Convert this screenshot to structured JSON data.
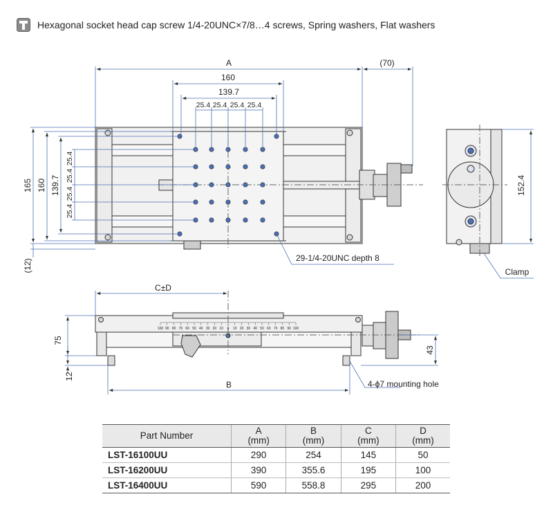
{
  "header": {
    "icon": "socket-screw-icon",
    "text": "Hexagonal socket head cap screw 1/4-20UNC×7/8…4 screws, Spring washers, Flat washers"
  },
  "drawing": {
    "top_view": {
      "dim_A": "A",
      "dim_70": "(70)",
      "dim_160_h": "160",
      "dim_139_7_h": "139.7",
      "pitch_h": [
        "25.4",
        "25.4",
        "25.4",
        "25.4"
      ],
      "dim_165": "165",
      "dim_160_v": "160",
      "dim_139_7_v": "139.7",
      "pitch_v": [
        "25.4",
        "25.4",
        "25.4",
        "25.4"
      ],
      "dim_12": "(12)",
      "hole_callout": "29-1/4-20UNC depth 8"
    },
    "side_view": {
      "dim_152_4": "152.4",
      "clamp": "Clamp"
    },
    "front_view": {
      "dim_CD": "C±D",
      "dim_75": "75",
      "dim_12": "12",
      "dim_43": "43",
      "dim_B": "B",
      "mounting": "4-ϕ7 mounting hole",
      "scale_labels": [
        "100",
        "90",
        "80",
        "70",
        "60",
        "50",
        "40",
        "30",
        "20",
        "10",
        "0",
        "10",
        "20",
        "30",
        "40",
        "50",
        "60",
        "70",
        "80",
        "90",
        "100"
      ]
    }
  },
  "table": {
    "headers": [
      {
        "label": "Part Number",
        "unit": ""
      },
      {
        "label": "A",
        "unit": "(mm)"
      },
      {
        "label": "B",
        "unit": "(mm)"
      },
      {
        "label": "C",
        "unit": "(mm)"
      },
      {
        "label": "D",
        "unit": "(mm)"
      }
    ],
    "rows": [
      [
        "LST-16100UU",
        "290",
        "254",
        "145",
        "50"
      ],
      [
        "LST-16200UU",
        "390",
        "355.6",
        "195",
        "100"
      ],
      [
        "LST-16400UU",
        "590",
        "558.8",
        "295",
        "200"
      ]
    ]
  }
}
